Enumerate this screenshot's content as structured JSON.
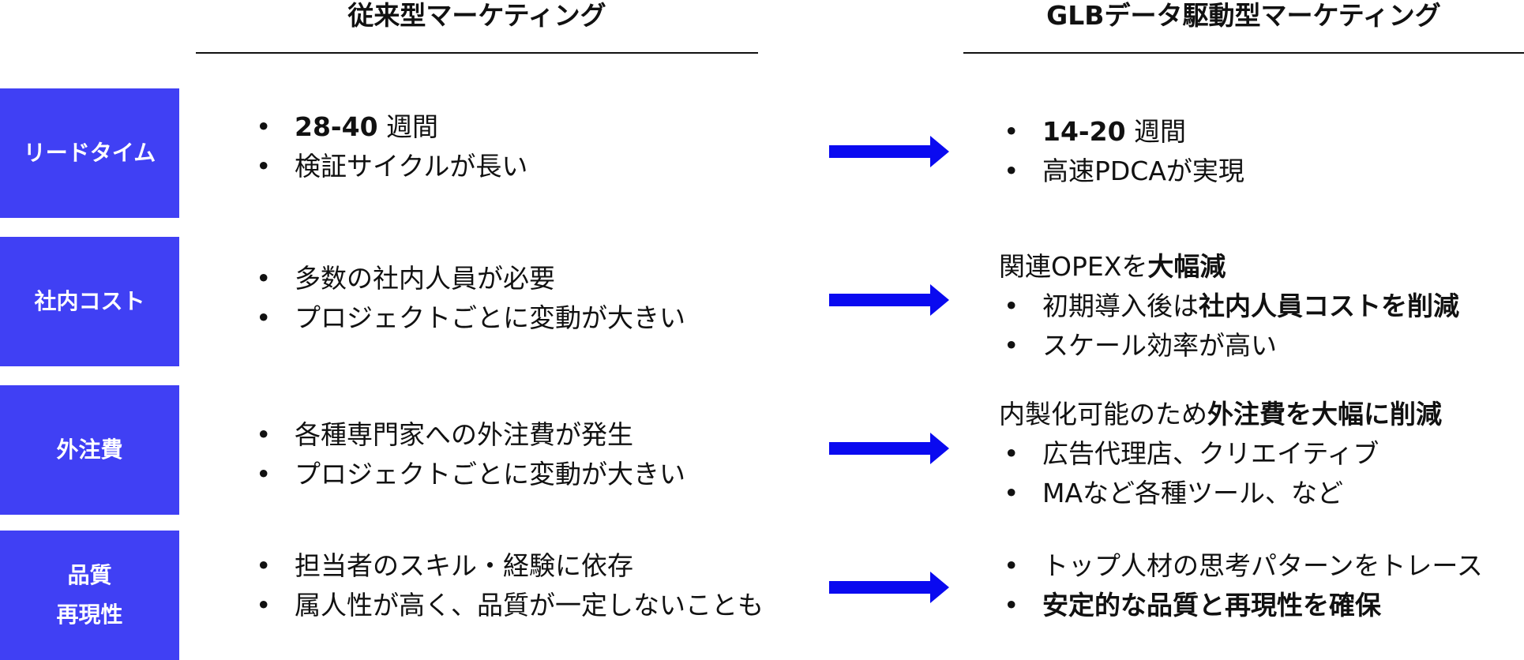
{
  "headers": {
    "traditional": "従来型マーケティング",
    "glb": "GLBデータ駆動型マーケティング"
  },
  "rows": [
    {
      "label_lines": [
        "リードタイム"
      ],
      "traditional": [
        {
          "bold": "28-40",
          "text": " 週間"
        },
        {
          "text": "検証サイクルが長い"
        }
      ],
      "glb_intro": null,
      "glb": [
        {
          "bold": "14-20",
          "text": " 週間"
        },
        {
          "text": "高速PDCAが実現"
        }
      ]
    },
    {
      "label_lines": [
        "社内コスト"
      ],
      "traditional": [
        {
          "text": "多数の社内人員が必要"
        },
        {
          "text": "プロジェクトごとに変動が大きい"
        }
      ],
      "glb_intro": {
        "text": "関連OPEXを",
        "bold": "大幅減"
      },
      "glb": [
        {
          "text": "初期導入後は",
          "bold_after": "社内人員コストを削減"
        },
        {
          "text": "スケール効率が高い"
        }
      ]
    },
    {
      "label_lines": [
        "外注費"
      ],
      "traditional": [
        {
          "text": "各種専門家への外注費が発生"
        },
        {
          "text": "プロジェクトごとに変動が大きい"
        }
      ],
      "glb_intro": {
        "text": "内製化可能のため",
        "bold": "外注費を大幅に削減"
      },
      "glb": [
        {
          "text": "広告代理店、クリエイティブ"
        },
        {
          "text": "MAなど各種ツール、など"
        }
      ]
    },
    {
      "label_lines": [
        "品質",
        "再現性"
      ],
      "traditional": [
        {
          "text": "担当者のスキル・経験に依存"
        },
        {
          "text": "属人性が高く、品質が一定しないことも"
        }
      ],
      "glb_intro": null,
      "glb": [
        {
          "text": "トップ人材の思考パターンをトレース"
        },
        {
          "bold": "安定的な品質と再現性を確保"
        }
      ]
    }
  ],
  "colors": {
    "label_bg": "#4040f4",
    "arrow": "#0a0af0",
    "text": "#111111",
    "rule": "#111111"
  }
}
